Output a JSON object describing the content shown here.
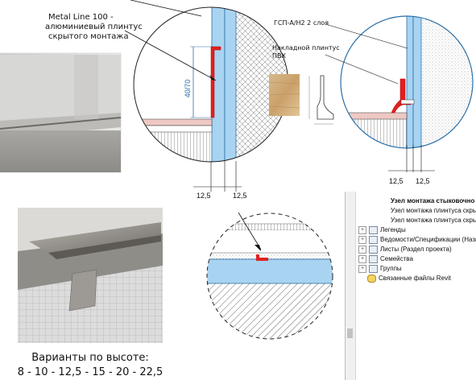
{
  "labels": {
    "metal_line_line1": "Metal Line 100 -",
    "metal_line_line2": "алюминиевый плинтус",
    "metal_line_line3": "скрытого монтажа",
    "height_dim": "40/70",
    "gsp_label": "ГСП-А/Н2 2 слоя",
    "pvc_line1": "Накладной плинтус",
    "pvc_line2": "ПВХ",
    "dim_left_1": "12,5",
    "dim_left_2": "12,5",
    "dim_right_1": "12,5",
    "dim_right_2": "12,5"
  },
  "caption": {
    "line1": "Варианты по высоте:",
    "line2": "8 - 10 - 12,5 - 15 - 20 - 22,5"
  },
  "tree": {
    "items": [
      {
        "label": "Узел монтажа стыковочно",
        "expander": "",
        "icon": "",
        "bold": true
      },
      {
        "label": "Узел монтажа плинтуса скры",
        "expander": "",
        "icon": "",
        "bold": false
      },
      {
        "label": "Узел монтажа плинтуса скры",
        "expander": "",
        "icon": "",
        "bold": false
      },
      {
        "label": "Легенды",
        "expander": "+",
        "icon": "sheet-icon",
        "bold": false
      },
      {
        "label": "Ведомости/Спецификации (Назн",
        "expander": "+",
        "icon": "schedule-icon",
        "bold": false
      },
      {
        "label": "Листы (Раздел проекта)",
        "expander": "+",
        "icon": "sheets-icon",
        "bold": false
      },
      {
        "label": "Семейства",
        "expander": "+",
        "icon": "families-icon",
        "bold": false
      },
      {
        "label": "Группы",
        "expander": "+",
        "icon": "groups-icon",
        "bold": false
      },
      {
        "label": "Связанные файлы Revit",
        "expander": "",
        "icon": "link-icon",
        "bold": false
      }
    ]
  }
}
